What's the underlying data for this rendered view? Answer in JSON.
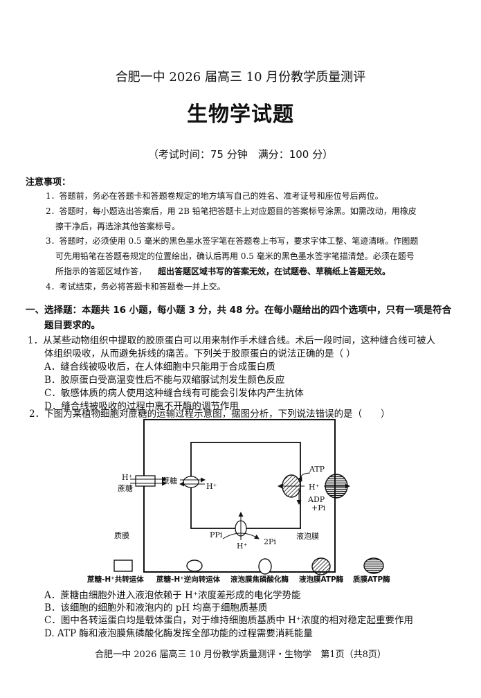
{
  "header": {
    "title": "合肥一中 2026 届高三 10 月份教学质量测评",
    "subject": "生物学试题",
    "exam_info": "（考试时间：75 分钟　满分：100 分）"
  },
  "notes": {
    "heading": "注意事项：",
    "items": [
      "1．答题前，务必在答题卡和答题卷规定的地方填写自己的姓名、准考证号和座位号后两位。",
      "2．答题时，每小题选出答案后，用 2B 铅笔把答题卡上对应题目的答案标号涂黑。如需改动，用橡皮",
      "擦干净后，再选涂其他答案标号。",
      "3．答题时，必须使用 0.5 毫米的黑色墨水签字笔在答题卷上书写，要求字体工整、笔迹清晰。作图题",
      "可先用铅笔在答题卷规定的位置绘出，确认后再用 0.5 毫米的黑色墨水签字笔描清楚。必须在题号",
      "所指示的答题区域作答，",
      "超出答题区域书写的答案无效，在试题卷、草稿纸上答题无效。",
      "4．考试结束，务必将答题卡和答题卷一并上交。"
    ]
  },
  "section1": {
    "line1": "一、选择题：本题共 16 小题，每小题 3 分，共 48 分。在每小题给出的四个选项中，只有一项是符合",
    "line2": "题目要求的。"
  },
  "q1": {
    "line1": "1．从某些动物组织中提取的胶原蛋白可以用来制作手术缝合线。术后一段时间，这种缝合线可被人",
    "line2": "体组织吸收，从而避免拆线的痛苦。下列关于胶原蛋白的说法正确的是（ ）",
    "options": [
      "A．缝合线被吸收后，在人体细胞中只能用于合成蛋白质",
      "B．胶原蛋白受高温变性后不能与双缩脲试剂发生颜色反应",
      "C．敏感体质的病人使用这种缝合线有可能会引发体内产生抗体",
      "D．缝合线被吸收的过程中离不开酶的调节作用"
    ]
  },
  "q2": {
    "stem": "2．下图为某植物细胞对蔗糖的运输过程示意图，据图分析，下列说法错误的是（　　）",
    "diagram": {
      "labels": {
        "h_out": "H⁺",
        "sucrose_out": "蔗糖",
        "sucrose_in": "蔗糖",
        "h_in": "H⁺",
        "atp": "ATP",
        "h_vac": "H⁺",
        "adp": "ADP",
        "pi": "+Pi",
        "membrane": "质膜",
        "ppi": "PPi",
        "two_pi": "2Pi",
        "h_bottom": "H⁺",
        "vacuole_membrane": "液泡膜"
      },
      "legend": [
        "蔗糖-H⁺共转运体",
        "蔗糖-H⁺逆向转运体",
        "液泡膜焦磷酸化酶",
        "液泡膜ATP酶",
        "质膜ATP酶"
      ]
    },
    "options": [
      "A．蔗糖由细胞外进入液泡依赖于 H⁺浓度差形成的电化学势能",
      "B．该细胞的细胞外和液泡内的 pH 均高于细胞质基质",
      "C．图中各转运蛋白均是载体蛋白，对于维持细胞质基质中 H⁺浓度的相对稳定起重要作用",
      "D. ATP 酶和液泡膜焦磷酸化酶发挥全部功能的过程需要消耗能量"
    ]
  },
  "footer": {
    "text": "合肥一中 2026 届高三 10 月份教学质量测评・生物学　第1页（共8页）"
  }
}
